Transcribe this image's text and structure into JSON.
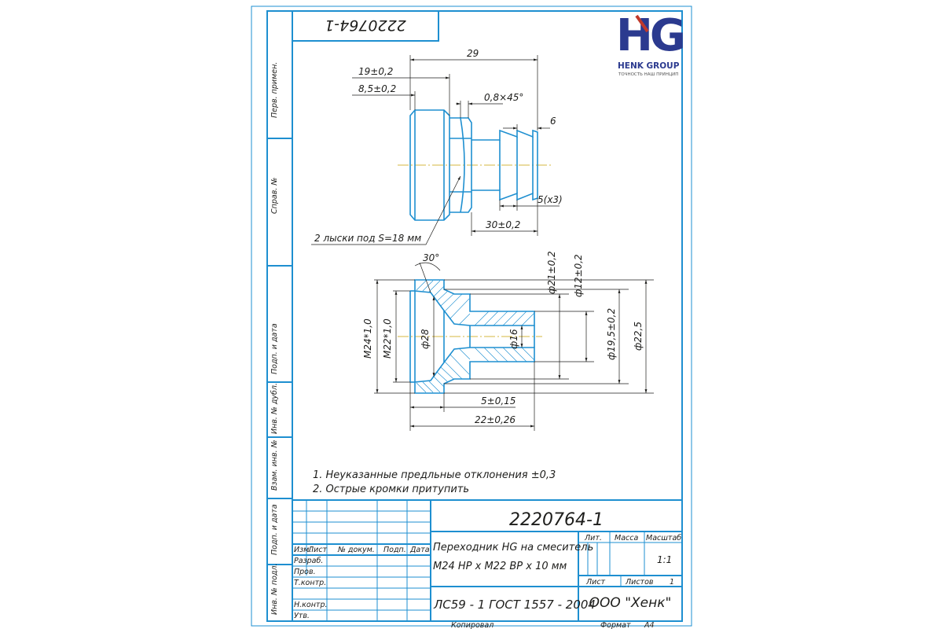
{
  "logo": {
    "letters": "HG",
    "name": "HENK GROUP",
    "tagline": "ТОЧНОСТЬ НАШ ПРИНЦИП",
    "color_primary": "#2b3a8f",
    "color_accent": "#c0392b"
  },
  "colors": {
    "frame": "#1e8fd0",
    "text": "#1d1d1b",
    "centerline": "#c8a000"
  },
  "top_stamp": "2220764-1",
  "left_strip": {
    "perv_primen": "Перв. примен.",
    "sprav": "Справ. №",
    "podp_data_1": "Подп. и дата",
    "inv_dubl": "Инв. № дубл.",
    "vzam_inv": "Взам. инв. №",
    "podp_data_2": "Подп. и дата",
    "inv_podl": "Инв. № подл."
  },
  "view1": {
    "dims": {
      "d29": "29",
      "d19": "19±0,2",
      "d85": "8,5±0,2",
      "chamfer": "0,8×45°",
      "d6": "6",
      "d5x3": "5(х3)",
      "d30": "30±0,2"
    },
    "note": "2 лыски под S=18 мм"
  },
  "view2": {
    "dims": {
      "angle": "30°",
      "m24": "М24*1,0",
      "m22": "М22*1,0",
      "d28": "ф28",
      "d16": "ф16",
      "d21": "ф21±0,2",
      "d12": "ф12±0,2",
      "d195": "ф19,5±0,2",
      "d225": "ф22,5",
      "d5": "5±0,15",
      "d22": "22±0,26"
    }
  },
  "notes": [
    "1. Неуказанные предльные отклонения ±0,3",
    "2. Острые кромки притупить"
  ],
  "title_block": {
    "designation": "2220764-1",
    "name_line1": "Переходник HG на смеситель",
    "name_line2": "М24 НР х М22 ВР х 10 мм",
    "material": "ЛС59 - 1 ГОСТ 1557 - 2004",
    "company": "ООО \"Хенк\"",
    "col_izm": "Изм.",
    "col_list": "Лист",
    "col_docum": "№ докум.",
    "col_podp": "Подп.",
    "col_data": "Дата",
    "razrab": "Разраб.",
    "prov": "Пров.",
    "tkontr": "Т.контр.",
    "nkontr": "Н.контр.",
    "utv": "Утв.",
    "lit": "Лит.",
    "massa": "Масса",
    "masshtab": "Масштаб",
    "scale_value": "1:1",
    "list": "Лист",
    "listov": "Листов",
    "listov_value": "1",
    "kopiroval": "Копировал",
    "format": "Формат",
    "format_value": "А4"
  }
}
